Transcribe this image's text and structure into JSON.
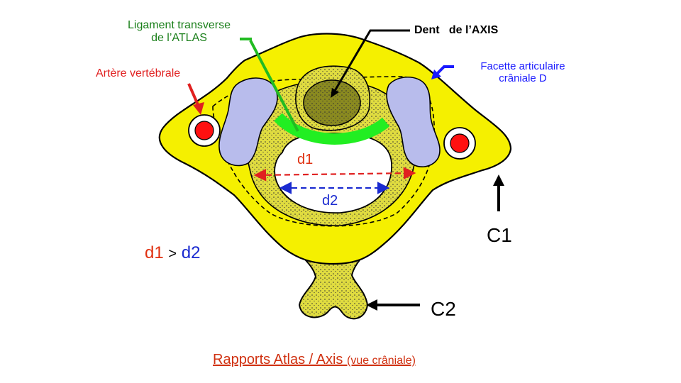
{
  "labels": {
    "ligament_line1": "Ligament transverse",
    "ligament_line2": "de l’ATLAS",
    "dent": "Dent   de l’AXIS",
    "artere": "Artère vertébrale",
    "facette_line1": "Facette articulaire",
    "facette_line2": "crâniale D",
    "d1": "d1",
    "d2": "d2",
    "c1": "C1",
    "c2": "C2"
  },
  "relation": {
    "left": "d1",
    "op": ">",
    "right": "d2"
  },
  "caption": {
    "main": "Rapports Atlas / Axis",
    "sub": "(vue crâniale)"
  },
  "colors": {
    "atlas": "#f5f000",
    "axis": "#e0dc40",
    "dent": "#8a8a20",
    "facette": "#b8bcec",
    "artery": "#ff1010",
    "ligament": "#22ee22",
    "label_green": "#1a7f1a",
    "label_red": "#e02020",
    "label_blue": "#1a1aff",
    "caption": "#d03010"
  }
}
